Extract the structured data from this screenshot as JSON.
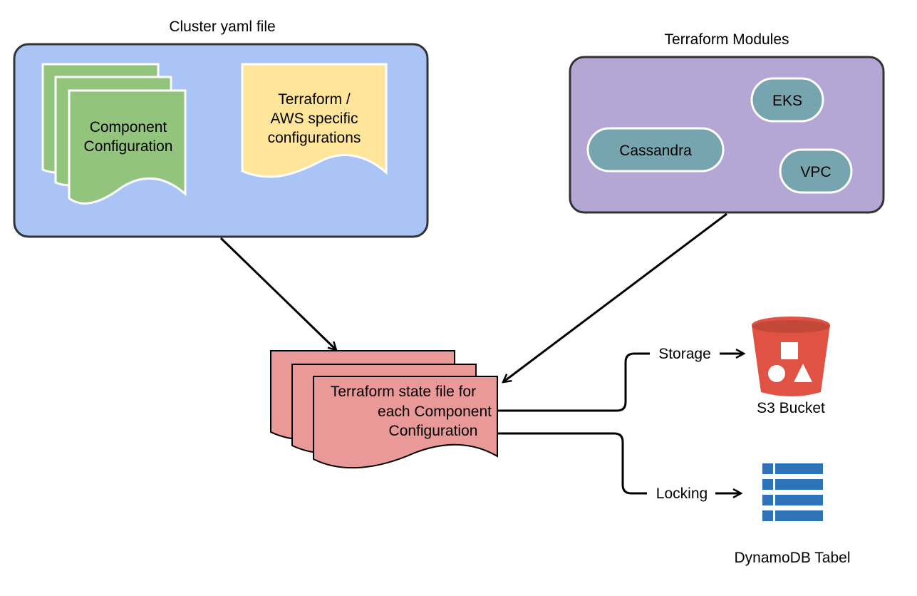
{
  "colors": {
    "cluster_fill": "#a9c4f5",
    "modules_fill": "#b4a7d6",
    "component_fill": "#93c47d",
    "terraform_aws_fill": "#ffe599",
    "state_fill": "#ea9999",
    "module_pill_fill": "#76a5af",
    "s3_fill": "#e05243",
    "dynamo_fill": "#2e73b8",
    "stroke": "#000000"
  },
  "cluster": {
    "title": "Cluster yaml file",
    "component_config": {
      "line1": "Component",
      "line2": "Configuration"
    },
    "terraform_aws": {
      "line1": "Terraform /",
      "line2": "AWS specific",
      "line3": "configurations"
    }
  },
  "modules": {
    "title": "Terraform Modules",
    "items": [
      {
        "label": "EKS"
      },
      {
        "label": "Cassandra"
      },
      {
        "label": "VPC"
      }
    ]
  },
  "state_file": {
    "line1": "Terraform state file for",
    "line2": "each Component",
    "line3": "Configuration"
  },
  "edges": {
    "storage_label": "Storage",
    "locking_label": "Locking"
  },
  "targets": {
    "s3": {
      "label": "S3 Bucket",
      "icon": "s3-bucket-icon"
    },
    "dynamodb": {
      "label": "DynamoDB Tabel",
      "icon": "dynamodb-table-icon"
    }
  }
}
